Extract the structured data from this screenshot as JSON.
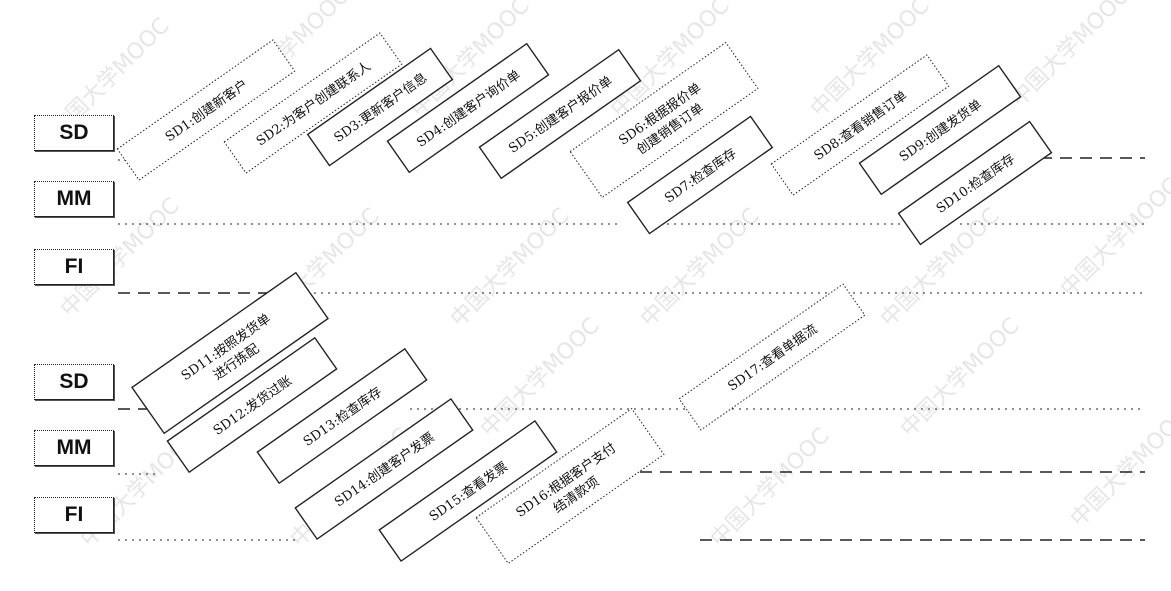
{
  "lanes": {
    "top_sd": "SD",
    "top_mm": "MM",
    "top_fi": "FI",
    "bot_sd": "SD",
    "bot_mm": "MM",
    "bot_fi": "FI"
  },
  "watermark": "中国大学MOOC",
  "steps": [
    {
      "id": "sd1",
      "label": "SD1:创建新客户",
      "style": "dotted"
    },
    {
      "id": "sd2",
      "label": "SD2:为客户创建联系人",
      "style": "dotted"
    },
    {
      "id": "sd3",
      "label": "SD3:更新客户信息",
      "style": "solid"
    },
    {
      "id": "sd4",
      "label": "SD4:创建客户询价单",
      "style": "solid"
    },
    {
      "id": "sd5",
      "label": "SD5:创建客户报价单",
      "style": "solid"
    },
    {
      "id": "sd6",
      "label": "SD6:根据报价单创建销售订单",
      "style": "dotted"
    },
    {
      "id": "sd7",
      "label": "SD7:检查库存",
      "style": "solid"
    },
    {
      "id": "sd8",
      "label": "SD8:查看销售订单",
      "style": "dotted"
    },
    {
      "id": "sd9",
      "label": "SD9:创建发货单",
      "style": "solid"
    },
    {
      "id": "sd10",
      "label": "SD10:检查库存",
      "style": "solid"
    },
    {
      "id": "sd11",
      "label": "SD11:按照发货单进行拣配",
      "style": "solid"
    },
    {
      "id": "sd12",
      "label": "SD12:发货过账",
      "style": "solid"
    },
    {
      "id": "sd13",
      "label": "SD13:检查库存",
      "style": "solid"
    },
    {
      "id": "sd14",
      "label": "SD14:创建客户发票",
      "style": "solid"
    },
    {
      "id": "sd15",
      "label": "SD15:查看发票",
      "style": "solid"
    },
    {
      "id": "sd16",
      "label": "SD16:根据客户支付结清款项",
      "style": "dotted"
    },
    {
      "id": "sd17",
      "label": "SD17:查看单据流",
      "style": "dotted"
    }
  ]
}
